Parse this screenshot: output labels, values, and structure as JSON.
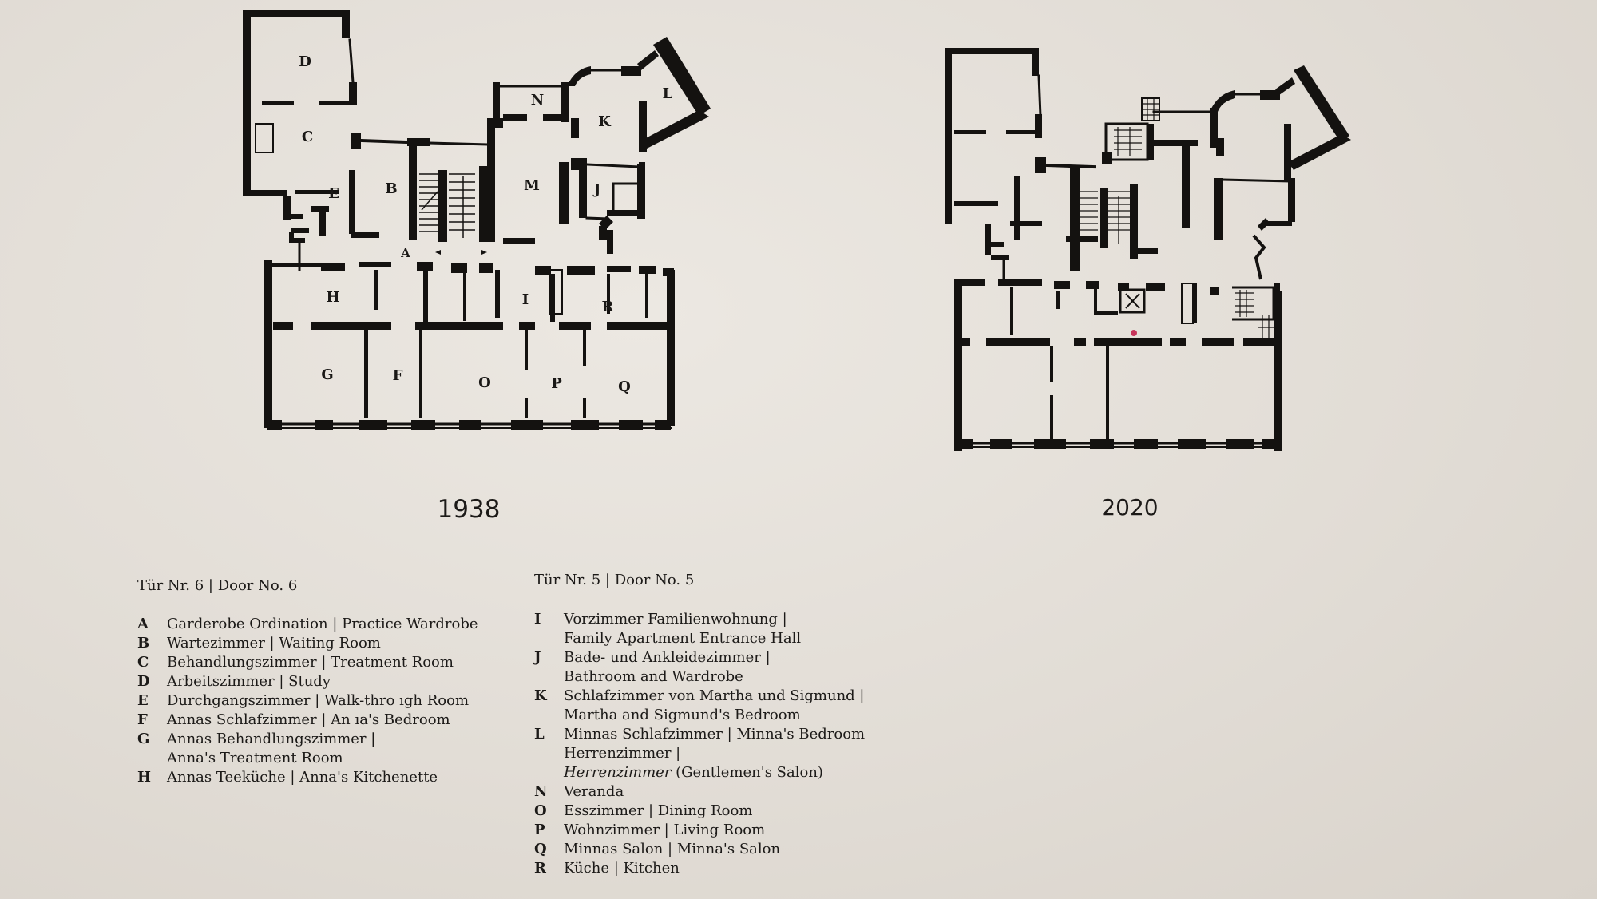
{
  "plans": [
    {
      "year": "1938",
      "rooms": [
        "A",
        "B",
        "C",
        "D",
        "E",
        "F",
        "G",
        "H",
        "I",
        "J",
        "K",
        "L",
        "M",
        "N",
        "O",
        "P",
        "Q",
        "R"
      ]
    },
    {
      "year": "2020"
    }
  ],
  "legend_door6": {
    "heading": "Tür Nr. 6 | Door No. 6",
    "items": [
      {
        "key": "A",
        "line1": "Garderobe Ordination | Practice Wardrobe"
      },
      {
        "key": "B",
        "line1": "Wartezimmer | Waiting Room"
      },
      {
        "key": "C",
        "line1": "Behandlungszimmer | Treatment Room"
      },
      {
        "key": "D",
        "line1": "Arbeitszimmer | Study"
      },
      {
        "key": "E",
        "line1": "Durchgangszimmer | Walk-thro ıgh Room"
      },
      {
        "key": "F",
        "line1": "Annas Schlafzimmer | An ıa's Bedroom"
      },
      {
        "key": "G",
        "line1": "Annas Behandlungszimmer |",
        "line2": "Anna's Treatment Room"
      },
      {
        "key": "H",
        "line1": "Annas Teeküche | Anna's Kitchenette"
      }
    ]
  },
  "legend_door5": {
    "heading": "Tür Nr. 5 | Door No. 5",
    "items": [
      {
        "key": "I",
        "line1": "Vorzimmer Familienwohnung |",
        "line2": "Family Apartment Entrance Hall"
      },
      {
        "key": "J",
        "line1": "Bade- und Ankleidezimmer |",
        "line2": "Bathroom and Wardrobe"
      },
      {
        "key": "K",
        "line1": "Schlafzimmer von Martha und Sigmund |",
        "line2": "Martha and Sigmund's Bedroom"
      },
      {
        "key": "L",
        "line1": "Minnas Schlafzimmer | Minna's Bedroom",
        "line2": "Herrenzimmer |",
        "line3_italic": "Herrenzimmer",
        "line3_rest": " (Gentlemen's Salon)"
      },
      {
        "key": "N",
        "line1": "Veranda"
      },
      {
        "key": "O",
        "line1": "Esszimmer | Dining Room"
      },
      {
        "key": "P",
        "line1": "Wohnzimmer | Living Room"
      },
      {
        "key": "Q",
        "line1": "Minnas Salon | Minna's Salon"
      },
      {
        "key": "R",
        "line1": "Küche | Kitchen"
      }
    ]
  },
  "colors": {
    "wall": "#e3ded8",
    "ink": "#141210"
  }
}
